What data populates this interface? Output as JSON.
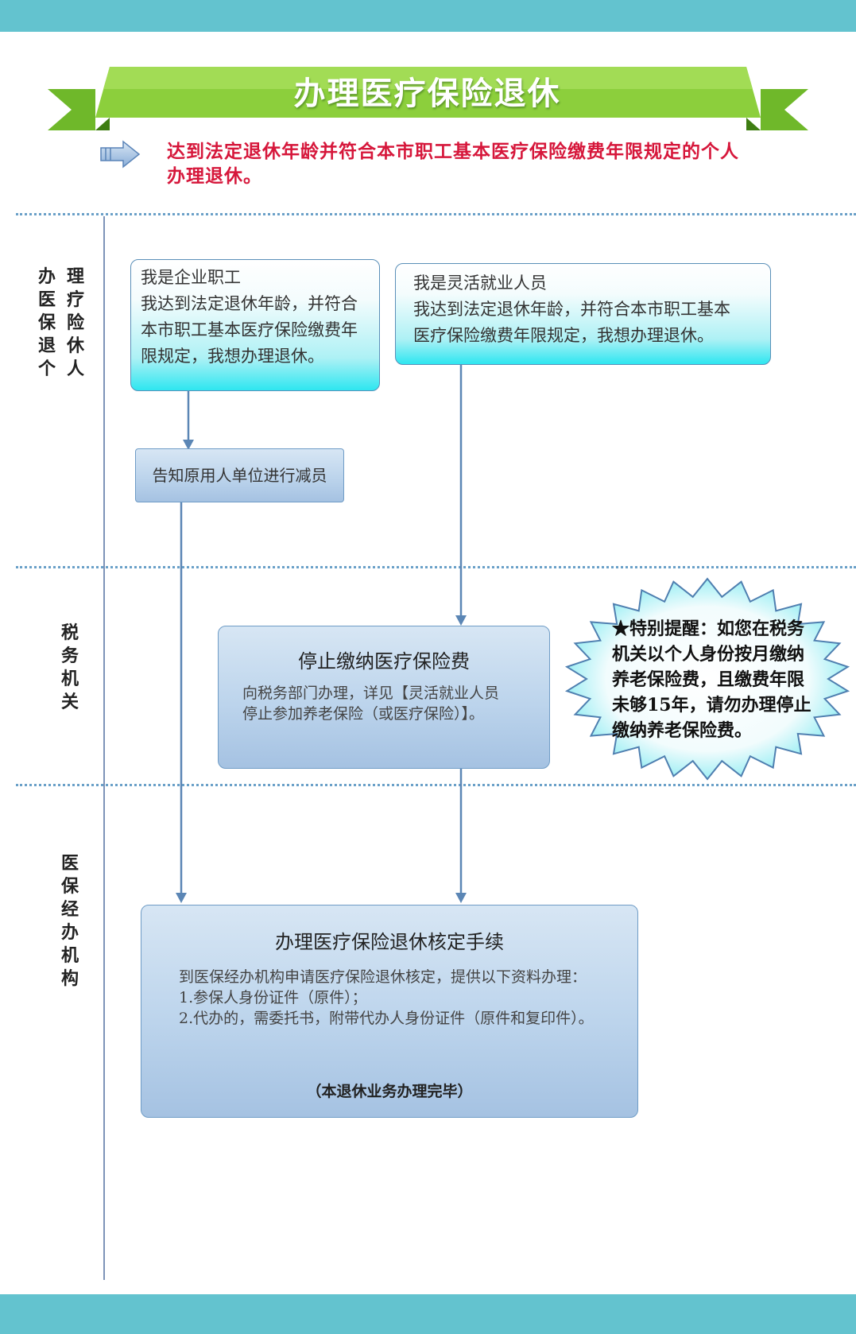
{
  "colors": {
    "band": "#63c3cf",
    "ribbon": "#8ccf3c",
    "accent_red": "#d6173b",
    "box_blue": "#bcd4ec",
    "box_cyan": "#2ee6f0"
  },
  "header": {
    "title": "办理医疗保险退休"
  },
  "intro": {
    "icon": "right-arrow-icon",
    "text_line1": "达到法定退休年龄并符合本市职工基本医疗保险缴费年限规定的个人",
    "text_line2": "办理退休。"
  },
  "lanes": {
    "individual": [
      "办 理",
      "医 疗",
      "保 险",
      "退 休",
      "个 人"
    ],
    "tax": [
      "税",
      "务",
      "机",
      "关"
    ],
    "medical": [
      "医",
      "保",
      "经",
      "办",
      "机",
      "构"
    ]
  },
  "boxes": {
    "employee": {
      "title": "我是企业职工",
      "lines": [
        "我达到法定退休年龄，并符合",
        "本市职工基本医疗保险缴费年",
        "限规定，我想办理退休。"
      ]
    },
    "flexible": {
      "title": "我是灵活就业人员",
      "lines": [
        "我达到法定退休年龄，并符合本市职工基本",
        "医疗保险缴费年限规定，我想办理退休。"
      ]
    },
    "notify": {
      "label": "告知原用人单位进行减员"
    },
    "stop_payment": {
      "title": "停止缴纳医疗保险费",
      "lines": [
        "向税务部门办理，详见【灵活就业人员",
        "停止参加养老保险（或医疗保险）】。"
      ]
    },
    "reminder": {
      "lines": [
        "★特别提醒：如您在税务",
        "机关以个人身份按月缴纳",
        "养老保险费，且缴费年限",
        "未够15年，请勿办理停止",
        "缴纳养老保险费。"
      ]
    },
    "verify": {
      "title": "办理医疗保险退休核定手续",
      "lines": [
        "到医保经办机构申请医疗保险退休核定，提供以下资料办理：",
        "1.参保人身份证件（原件）；",
        "2.代办的，需委托书，附带代办人身份证件（原件和复印件）。"
      ],
      "end": "（本退休业务办理完毕）"
    }
  }
}
